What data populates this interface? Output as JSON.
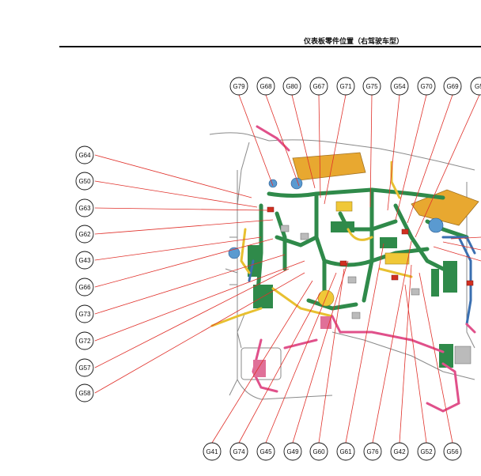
{
  "header": {
    "title": "仪表板零件位置（右驾驶车型）"
  },
  "colors": {
    "leader": "#e0302a",
    "harness_green": "#2f8a4a",
    "harness_pink": "#e0508a",
    "harness_yellow": "#e8c030",
    "panel_orange": "#e8a830",
    "body_gray": "#8a8a8a"
  },
  "labels": {
    "top": [
      "G79",
      "G68",
      "G80",
      "G67",
      "G71",
      "G75",
      "G54",
      "G70",
      "G69",
      "G5"
    ],
    "left": [
      "G64",
      "G50",
      "G63",
      "G62",
      "G43",
      "G66",
      "G73",
      "G72",
      "G57",
      "G58"
    ],
    "bottom": [
      "G41",
      "G74",
      "G45",
      "G49",
      "G60",
      "G61",
      "G76",
      "G42",
      "G52",
      "G56"
    ]
  }
}
